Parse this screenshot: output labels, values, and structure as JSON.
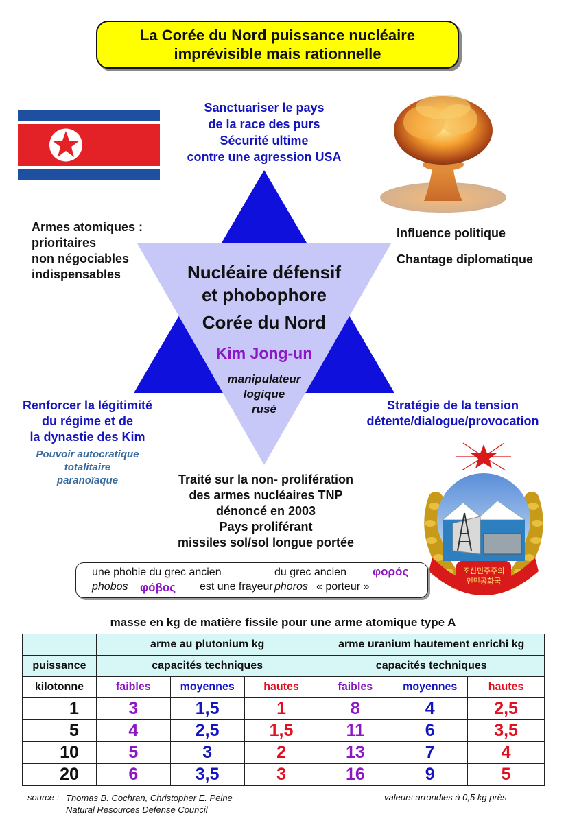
{
  "title": {
    "line1": "La Corée du Nord puissance nucléaire",
    "line2": "imprévisible mais rationnelle"
  },
  "top_goal": {
    "line1": "Sanctuariser le pays",
    "line2": "de la race des purs",
    "line3": "Sécurité ultime",
    "line4": "contre une agression USA"
  },
  "left_block": {
    "line1": "Armes atomiques :",
    "line2": "prioritaires",
    "line3": "non négociables",
    "line4": "indispensables"
  },
  "right_block": {
    "line1": "Influence politique",
    "line2": "Chantage diplomatique"
  },
  "center": {
    "line1": "Nucléaire défensif",
    "line2": "et phobophore",
    "country": "Corée du Nord",
    "leader": "Kim Jong-un",
    "trait1": "manipulateur",
    "trait2": "logique",
    "trait3": "rusé"
  },
  "bottom_left": {
    "line1": "Renforcer la légitimité",
    "line2": "du régime et de",
    "line3": "la dynastie des Kim",
    "sub1": "Pouvoir autocratique",
    "sub2": "totalitaire",
    "sub3": "paranoïaque"
  },
  "bottom_right": {
    "line1": "Stratégie de la tension",
    "line2": "détente/dialogue/provocation"
  },
  "treaty": {
    "line1": "Traité sur la non- prolifération",
    "line2": "des armes nucléaires TNP",
    "line3": "dénoncé en 2003",
    "line4": "Pays proliférant",
    "line5": "missiles sol/sol longue portée"
  },
  "etymology": {
    "phobie_a": "une phobie du grec ancien",
    "phobos_latin": "phobos",
    "phobos_greek": "φόβος",
    "phobie_b": "est une frayeur",
    "phoros_a": "du grec ancien",
    "phoros_greek": "φορός",
    "phoros_latin": "phoros",
    "phoros_b": "« porteur »"
  },
  "emblem": {
    "ribbon_line1": "조선민주주의",
    "ribbon_line2": "인민공화국"
  },
  "table": {
    "caption": "masse en kg de matière fissile pour une arme atomique type A",
    "group_plutonium": "arme au plutonium kg",
    "group_uranium": "arme uranium hautement enrichi kg",
    "row_label_1": "puissance",
    "row_label_2": "kilotonne",
    "capacity": "capacités techniques",
    "levels": [
      "faibles",
      "moyennes",
      "hautes"
    ],
    "rows": [
      {
        "kt": "1",
        "pu": [
          "3",
          "1,5",
          "1"
        ],
        "u": [
          "8",
          "4",
          "2,5"
        ]
      },
      {
        "kt": "5",
        "pu": [
          "4",
          "2,5",
          "1,5"
        ],
        "u": [
          "11",
          "6",
          "3,5"
        ]
      },
      {
        "kt": "10",
        "pu": [
          "5",
          "3",
          "2"
        ],
        "u": [
          "13",
          "7",
          "4"
        ]
      },
      {
        "kt": "20",
        "pu": [
          "6",
          "3,5",
          "3"
        ],
        "u": [
          "16",
          "9",
          "5"
        ]
      }
    ]
  },
  "source": {
    "label": "source :",
    "line1": "Thomas B. Cochran, Christopher E. Peine",
    "line2": "Natural Resources Defense Council",
    "note": "valeurs arrondies à 0,5 kg près"
  },
  "colors": {
    "title_bg": "#ffff00",
    "blue": "#1515c0",
    "purple": "#8c17c4",
    "red": "#e01020",
    "table_header": "#d7f7f7",
    "star_triangle_up": "#1010dd",
    "star_triangle_down": "#c8c8f8"
  }
}
